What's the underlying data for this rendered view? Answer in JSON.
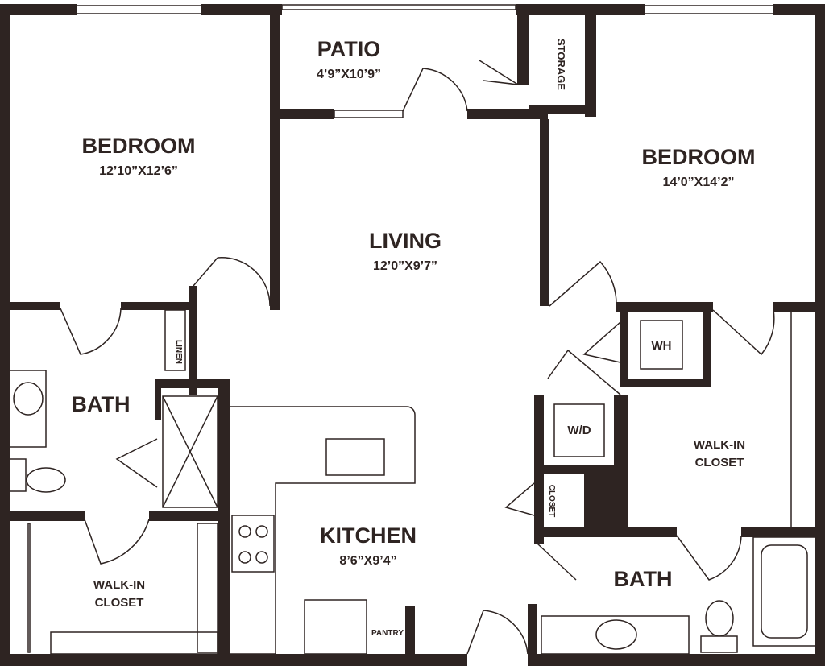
{
  "rooms": {
    "patio": {
      "name": "PATIO",
      "dims": "4’9”X10’9”"
    },
    "storage": {
      "name": "STORAGE"
    },
    "bedroom_left": {
      "name": "BEDROOM",
      "dims": "12’10”X12’6”"
    },
    "living": {
      "name": "LIVING",
      "dims": "12’0”X9’7”"
    },
    "bedroom_right": {
      "name": "BEDROOM",
      "dims": "14’0”X14’2”"
    },
    "linen": {
      "name": "LINEN"
    },
    "bath_left": {
      "name": "BATH"
    },
    "wh": {
      "name": "WH"
    },
    "wd": {
      "name": "W/D"
    },
    "walkin_right": {
      "line1": "WALK-IN",
      "line2": "CLOSET"
    },
    "closet": {
      "name": "CLOSET"
    },
    "kitchen": {
      "name": "KITCHEN",
      "dims": "8’6”X9’4”"
    },
    "bath_right": {
      "name": "BATH"
    },
    "walkin_left": {
      "line1": "WALK-IN",
      "line2": "CLOSET"
    },
    "pantry": {
      "name": "PANTRY"
    }
  },
  "colors": {
    "wall": "#2e2422"
  }
}
